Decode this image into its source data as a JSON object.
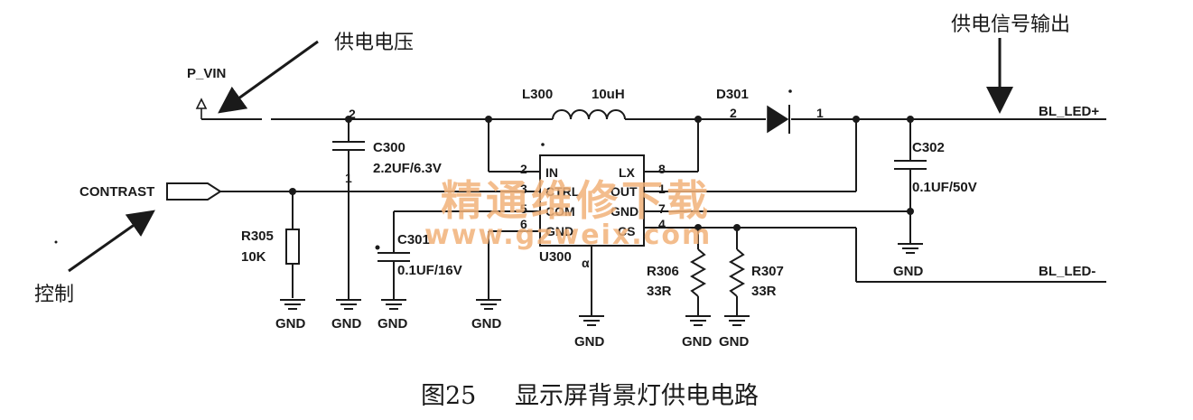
{
  "annotations": {
    "supply_voltage": "供电电压",
    "signal_output": "供电信号输出",
    "control": "控制"
  },
  "nets": {
    "p_vin": "P_VIN",
    "contrast": "CONTRAST",
    "bl_led_plus": "BL_LED+",
    "bl_led_minus": "BL_LED-",
    "gnd": "GND"
  },
  "components": {
    "c300": {
      "ref": "C300",
      "value": "2.2UF/6.3V",
      "pin": "1"
    },
    "c301": {
      "ref": "C301",
      "value": "0.1UF/16V"
    },
    "c302": {
      "ref": "C302",
      "value": "0.1UF/50V"
    },
    "r305": {
      "ref": "R305",
      "value": "10K"
    },
    "r306": {
      "ref": "R306",
      "value": "33R"
    },
    "r307": {
      "ref": "R307",
      "value": "33R"
    },
    "l300": {
      "ref": "L300",
      "value": "10uH"
    },
    "d301": {
      "ref": "D301",
      "pin_anode": "2",
      "pin_cathode": "1"
    },
    "u300": {
      "ref": "U300",
      "suffix": "α",
      "pins_left": [
        {
          "num": "2",
          "name": "IN"
        },
        {
          "num": "3",
          "name": "CTRL"
        },
        {
          "num": "5",
          "name": "COM"
        },
        {
          "num": "6",
          "name": "GND"
        }
      ],
      "pins_right": [
        {
          "num": "8",
          "name": "LX"
        },
        {
          "num": "1",
          "name": "OUT"
        },
        {
          "num": "7",
          "name": "GND"
        },
        {
          "num": "4",
          "name": "CS"
        }
      ]
    },
    "node_p_vin": {
      "pin": "2"
    }
  },
  "watermark": {
    "text_cn": "精通维修下载",
    "url": "www.gzweix.com"
  },
  "caption": {
    "figure": "图25",
    "title": "显示屏背景灯供电电路"
  }
}
